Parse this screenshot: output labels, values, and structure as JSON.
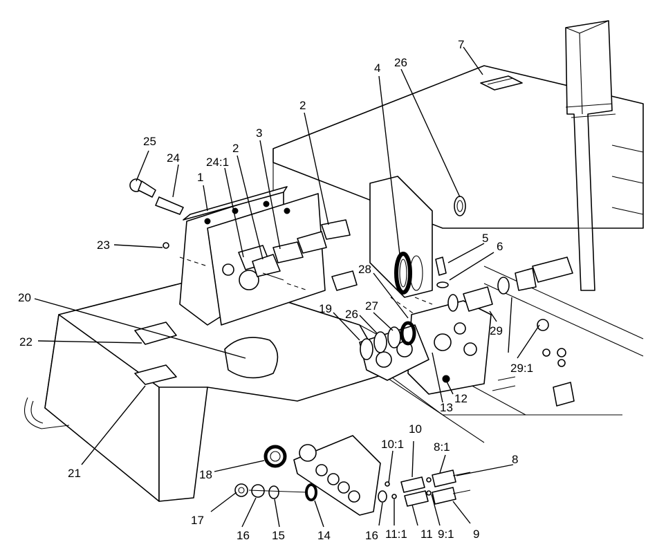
{
  "callouts": [
    {
      "id": "c1",
      "text": "1"
    },
    {
      "id": "c2a",
      "text": "2"
    },
    {
      "id": "c2b",
      "text": "2"
    },
    {
      "id": "c3",
      "text": "3"
    },
    {
      "id": "c4",
      "text": "4"
    },
    {
      "id": "c5",
      "text": "5"
    },
    {
      "id": "c6",
      "text": "6"
    },
    {
      "id": "c7",
      "text": "7"
    },
    {
      "id": "c8",
      "text": "8"
    },
    {
      "id": "c8_1",
      "text": "8:1"
    },
    {
      "id": "c9",
      "text": "9"
    },
    {
      "id": "c9_1",
      "text": "9:1"
    },
    {
      "id": "c10",
      "text": "10"
    },
    {
      "id": "c10_1",
      "text": "10:1"
    },
    {
      "id": "c11",
      "text": "11"
    },
    {
      "id": "c11_1",
      "text": "11:1"
    },
    {
      "id": "c12",
      "text": "12"
    },
    {
      "id": "c13",
      "text": "13"
    },
    {
      "id": "c14",
      "text": "14"
    },
    {
      "id": "c15",
      "text": "15"
    },
    {
      "id": "c16a",
      "text": "16"
    },
    {
      "id": "c16b",
      "text": "16"
    },
    {
      "id": "c17",
      "text": "17"
    },
    {
      "id": "c18",
      "text": "18"
    },
    {
      "id": "c19",
      "text": "19"
    },
    {
      "id": "c20",
      "text": "20"
    },
    {
      "id": "c21",
      "text": "21"
    },
    {
      "id": "c22",
      "text": "22"
    },
    {
      "id": "c23",
      "text": "23"
    },
    {
      "id": "c24",
      "text": "24"
    },
    {
      "id": "c24_1",
      "text": "24:1"
    },
    {
      "id": "c25",
      "text": "25"
    },
    {
      "id": "c26a",
      "text": "26"
    },
    {
      "id": "c26b",
      "text": "26"
    },
    {
      "id": "c27",
      "text": "27"
    },
    {
      "id": "c28",
      "text": "28"
    },
    {
      "id": "c29",
      "text": "29"
    },
    {
      "id": "c29_1",
      "text": "29:1"
    }
  ]
}
